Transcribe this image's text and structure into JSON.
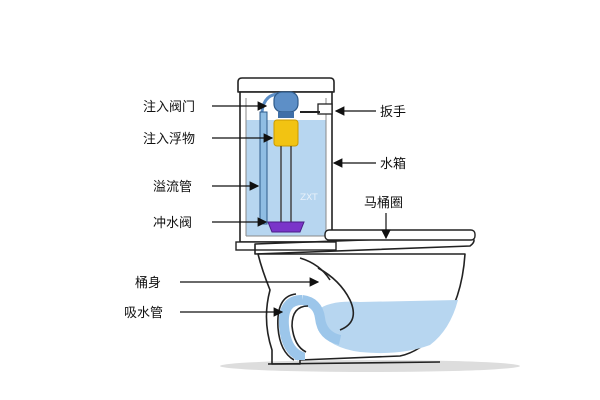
{
  "labels": {
    "inlet_valve": "注入阀门",
    "float": "注入浮物",
    "overflow_tube": "溢流管",
    "flush_valve": "冲水阀",
    "handle": "扳手",
    "tank": "水箱",
    "seat": "马桶圈",
    "bowl_body": "桶身",
    "siphon": "吸水管"
  },
  "watermark": "ZXT",
  "colors": {
    "water": "#b7d6f0",
    "water_dark": "#8fbde3",
    "float": "#f2c312",
    "flush_valve": "#7a35c9",
    "pipe": "#5d8fc7",
    "ceramic": "#ffffff",
    "outline": "#222222"
  }
}
